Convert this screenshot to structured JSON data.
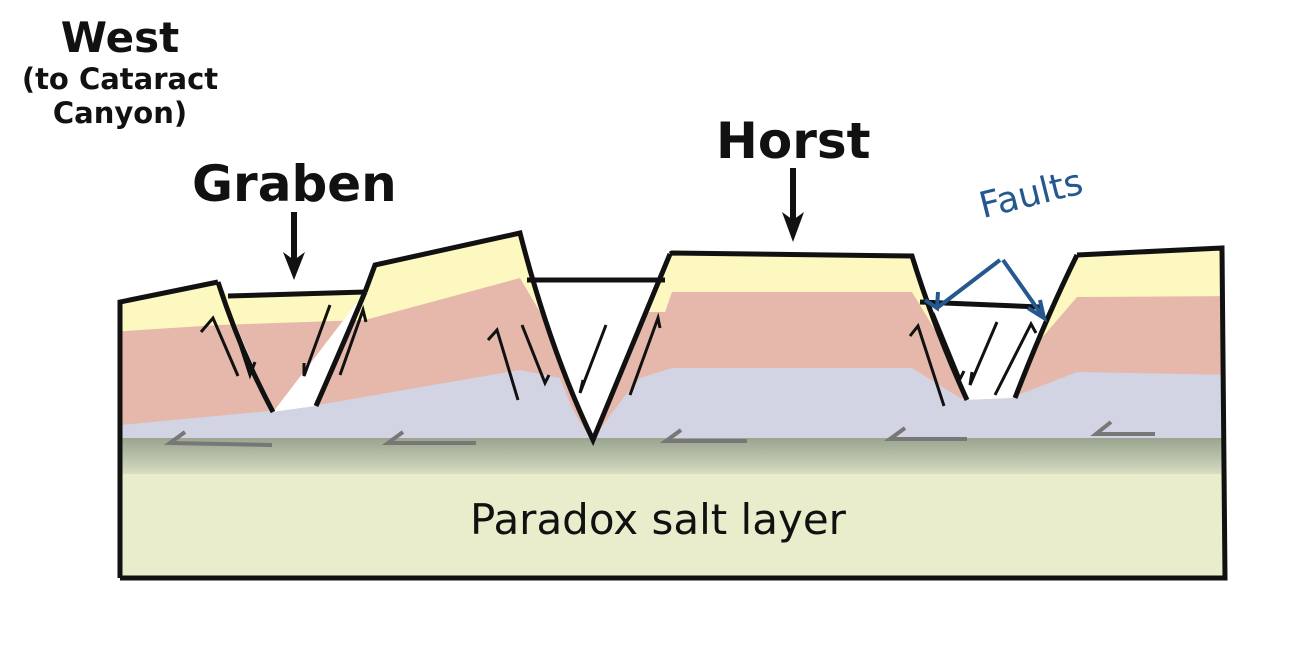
{
  "labels": {
    "west": "West",
    "west_sub_1": "(to Cataract",
    "west_sub_2": "Canyon)",
    "graben": "Graben",
    "horst": "Horst",
    "faults": "Faults",
    "salt": "Paradox salt layer"
  },
  "colors": {
    "top_layer": "#fdf8c0",
    "middle_layer": "#e5b8ab",
    "lower_layer": "#d2d3e3",
    "shear_band": "#b7c0a9",
    "salt_layer": "#e9edcb",
    "faults_label": "#24588f"
  }
}
